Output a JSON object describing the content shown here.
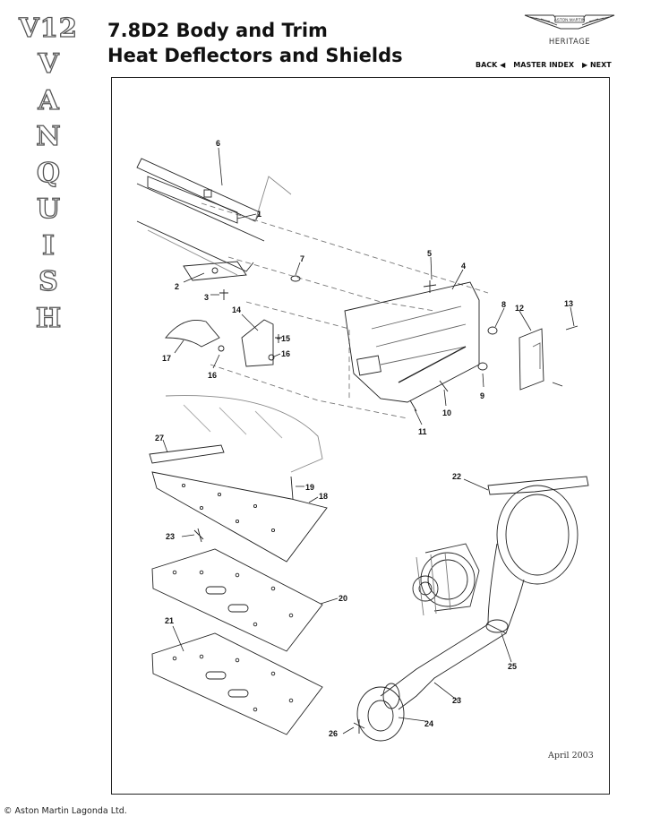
{
  "sidebar": {
    "model": "V12",
    "letters": [
      "V",
      "A",
      "N",
      "Q",
      "U",
      "I",
      "S",
      "H"
    ]
  },
  "header": {
    "line1": "7.8D2 Body and Trim",
    "line2": "Heat Deflectors and Shields"
  },
  "brand": {
    "logo_text": "ASTON MARTIN",
    "tagline": "HERITAGE"
  },
  "nav": {
    "back": "BACK ◀",
    "master_index": "MASTER INDEX",
    "next": "▶ NEXT"
  },
  "diagram": {
    "callouts": [
      "1",
      "2",
      "3",
      "4",
      "5",
      "6",
      "7",
      "8",
      "9",
      "10",
      "11",
      "12",
      "13",
      "14",
      "15",
      "16",
      "16",
      "17",
      "18",
      "19",
      "20",
      "21",
      "22",
      "23",
      "23",
      "24",
      "25",
      "26",
      "27"
    ],
    "date": "April 2003"
  },
  "footer": {
    "copyright": "© Aston Martin Lagonda Ltd."
  },
  "colors": {
    "line": "#222222",
    "text": "#111111",
    "outline_letters": "#555555"
  }
}
